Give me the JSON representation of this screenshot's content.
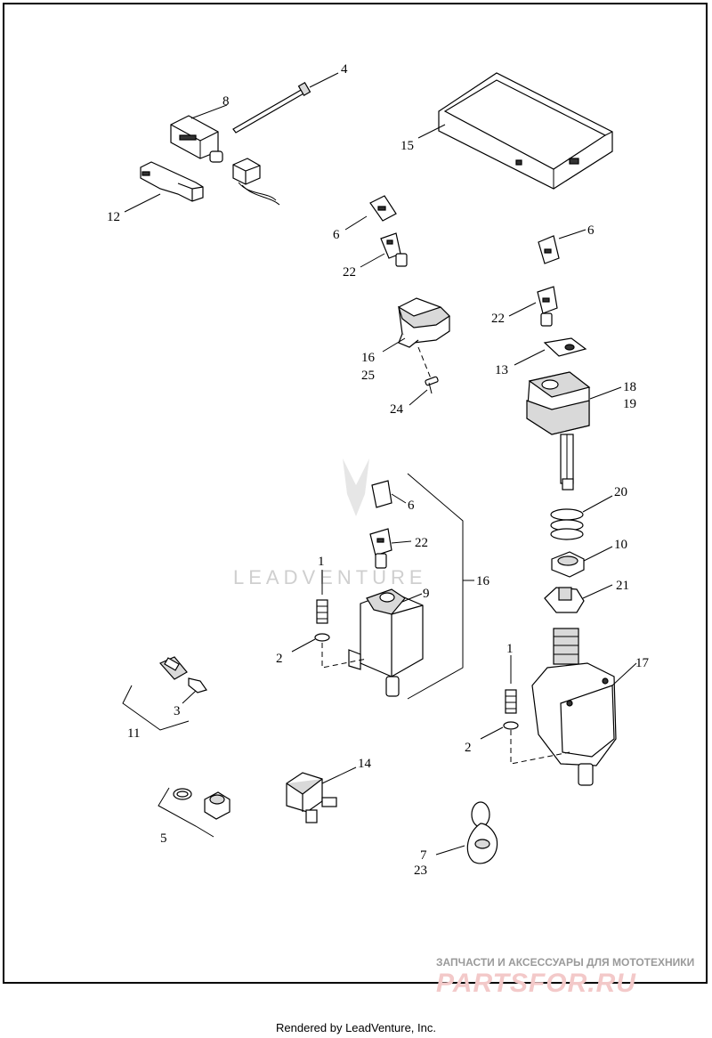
{
  "watermark": {
    "brand": "LEADVENTURE"
  },
  "shop_banner": {
    "tagline": "ЗАПЧАСТИ И АКСЕССУАРЫ ДЛЯ МОТОТЕХНИКИ",
    "brand": "PARTSFOR.RU"
  },
  "footer": {
    "text": "Rendered by LeadVenture, Inc."
  },
  "callouts": {
    "c4": "4",
    "c8": "8",
    "c15": "15",
    "c12": "12",
    "c6a": "6",
    "c22a": "22",
    "c6b": "6",
    "c22b": "22",
    "c16a": "16",
    "c25": "25",
    "c24": "24",
    "c13": "13",
    "c18": "18",
    "c19": "19",
    "c6c": "6",
    "c22c": "22",
    "c1a": "1",
    "c9": "9",
    "c16b": "16",
    "c2a": "2",
    "c20": "20",
    "c10": "10",
    "c21": "21",
    "c1b": "1",
    "c17": "17",
    "c2b": "2",
    "c11": "11",
    "c3": "3",
    "c14": "14",
    "c5": "5",
    "c7": "7",
    "c23": "23"
  }
}
